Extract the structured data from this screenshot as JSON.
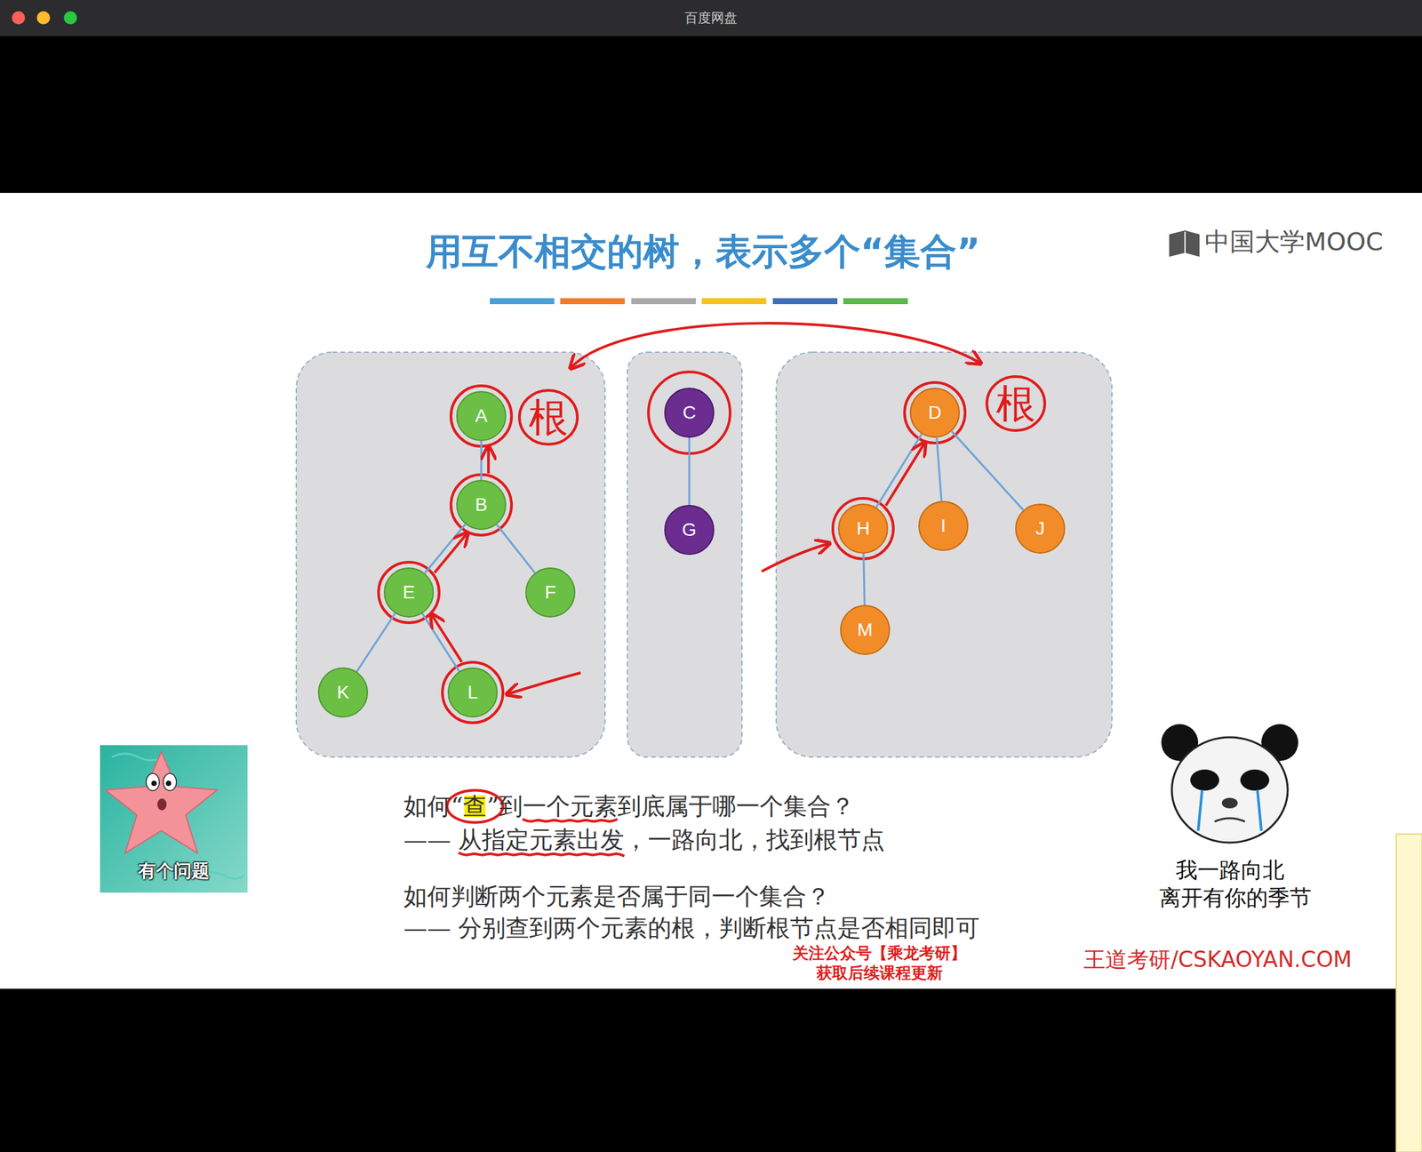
{
  "diagram": {
    "title": "用互不相交的树，表示多个“集合”",
    "nodes": [
      {
        "text": [
          "A"
        ]
      },
      {
        "text": [
          "B"
        ]
      },
      {
        "text": [
          "E"
        ]
      },
      {
        "text": [
          "F"
        ]
      },
      {
        "text": [
          "K"
        ]
      },
      {
        "text": [
          "L"
        ]
      },
      {
        "text": [
          "C"
        ]
      },
      {
        "text": [
          "G"
        ]
      },
      {
        "text": [
          "D"
        ]
      },
      {
        "text": [
          "H"
        ]
      },
      {
        "text": [
          "I"
        ]
      },
      {
        "text": [
          "J"
        ]
      },
      {
        "text": [
          "M"
        ]
      }
    ],
    "edges": [
      {
        "from": 0,
        "to": 1,
        "arrow": "none"
      },
      {
        "from": 1,
        "to": 2,
        "arrow": "none"
      },
      {
        "from": 1,
        "to": 3,
        "arrow": "none"
      },
      {
        "from": 2,
        "to": 4,
        "arrow": "none"
      },
      {
        "from": 2,
        "to": 5,
        "arrow": "none"
      },
      {
        "from": 6,
        "to": 7,
        "arrow": "none"
      },
      {
        "from": 8,
        "to": 9,
        "arrow": "none"
      },
      {
        "from": 8,
        "to": 10,
        "arrow": "none"
      },
      {
        "from": 8,
        "to": 11,
        "arrow": "none"
      },
      {
        "from": 9,
        "to": 12,
        "arrow": "none"
      },
      {
        "from": 5,
        "to": 2,
        "arrow": "to"
      },
      {
        "from": 2,
        "to": 1,
        "arrow": "to"
      },
      {
        "from": 1,
        "to": 0,
        "arrow": "to"
      },
      {
        "from": 9,
        "to": 8,
        "arrow": "to"
      }
    ],
    "labels": [
      "百度网盘",
      "中国大学MOOC",
      "根",
      "根",
      "如何“查”到一个元素到底属于哪一个集合？",
      "—— 从指定元素出发，一路向北，找到根节点",
      "如何判断两个元素是否属于同一个集合？",
      "—— 分别查到两个元素的根，判断根节点是否相同即可",
      "关注公众号【乘龙考研】",
      "获取后续课程更新",
      "王道考研/CSKAOYAN.COM",
      "有个问题",
      "我一路向北",
      "离开有你的季节"
    ]
  }
}
